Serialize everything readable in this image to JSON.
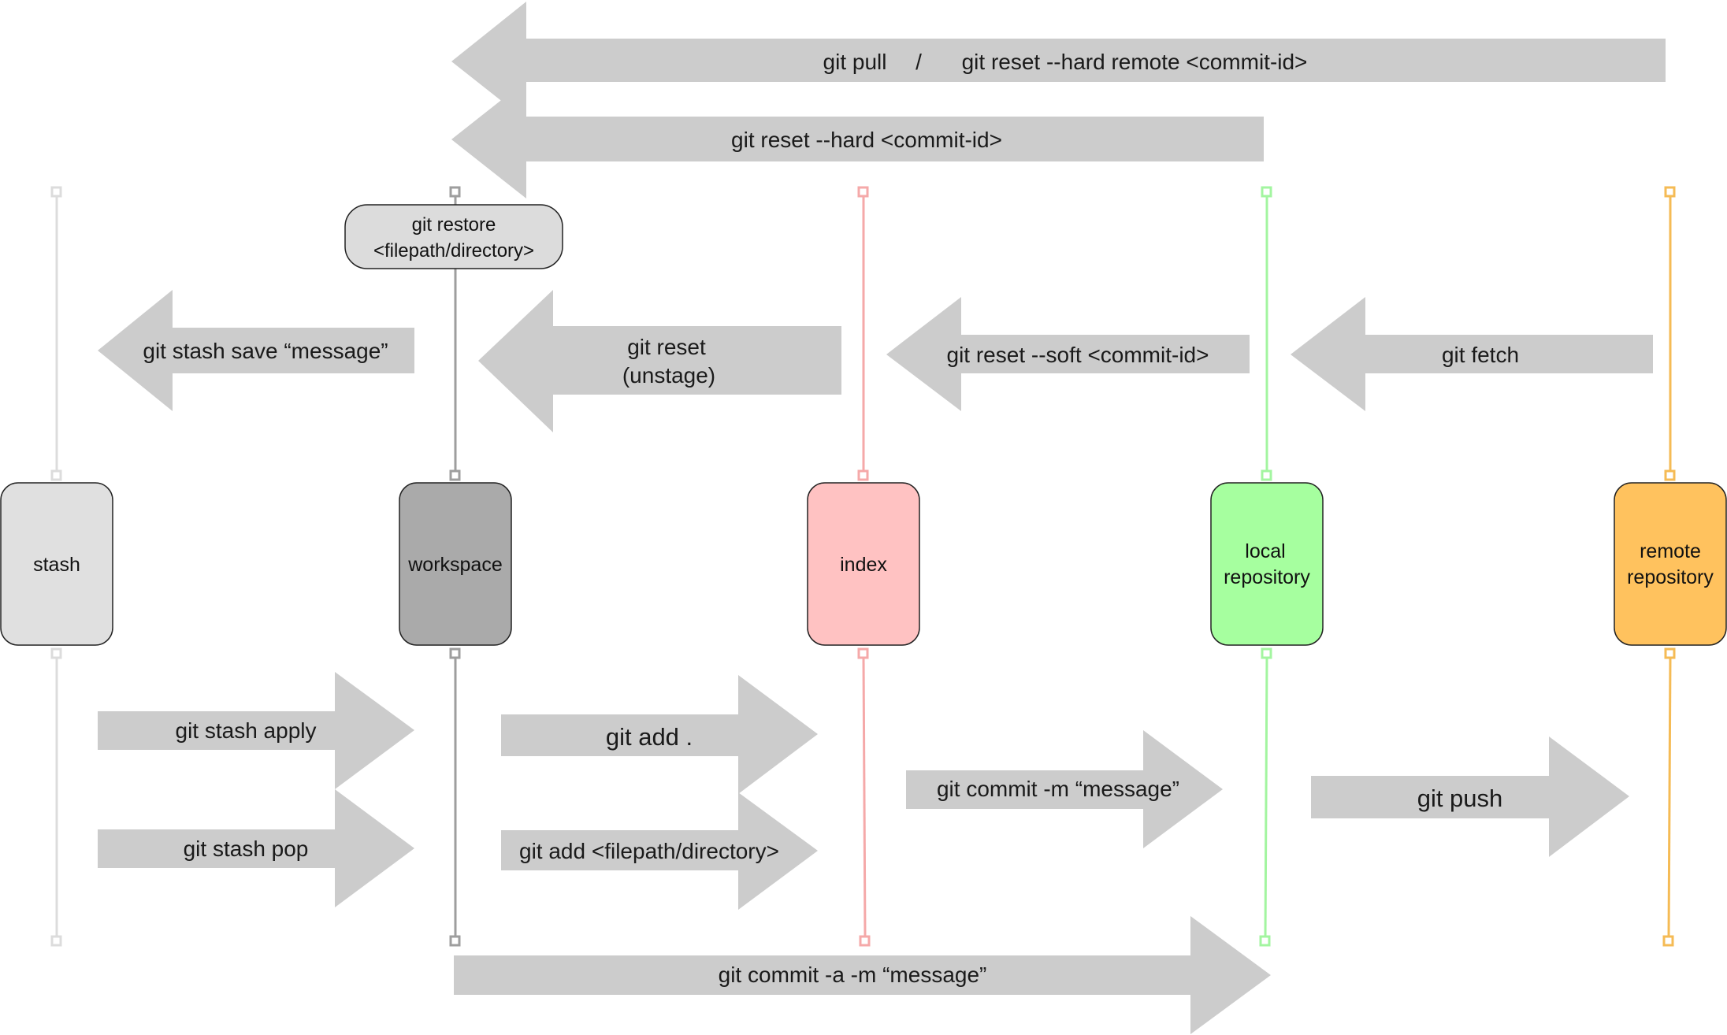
{
  "nodes": {
    "stash": {
      "lines": [
        "stash"
      ],
      "color": "#e0e0e0",
      "line_color": "#dcdcdc"
    },
    "workspace": {
      "lines": [
        "workspace"
      ],
      "color": "#aaaaaa",
      "line_color": "#9e9e9e"
    },
    "index": {
      "lines": [
        "index"
      ],
      "color": "#ffc2c2",
      "line_color": "#f5a9a9"
    },
    "local": {
      "lines": [
        "local",
        "repository"
      ],
      "color": "#a6ff9f",
      "line_color": "#a3f5a0"
    },
    "remote": {
      "lines": [
        "remote",
        "repository"
      ],
      "color": "#ffc25e",
      "line_color": "#f5bb55"
    }
  },
  "restore": {
    "lines": [
      "git restore",
      "<filepath/directory>"
    ]
  },
  "commands": {
    "pull_left": "git pull",
    "pull_sep": "/",
    "pull_right": "git reset --hard remote <commit-id>",
    "reset_hard": "git reset --hard <commit-id>",
    "stash_save": "git stash save “message”",
    "reset_line1": "git reset",
    "reset_line2": "(unstage)",
    "reset_soft": "git reset --soft <commit-id>",
    "fetch": "git fetch",
    "stash_apply": "git stash apply",
    "stash_pop": "git stash pop",
    "add_all": "git add .",
    "add_path": "git add <filepath/directory>",
    "commit_m": "git commit -m “message”",
    "push": "git push",
    "commit_am": "git commit -a -m “message”"
  }
}
